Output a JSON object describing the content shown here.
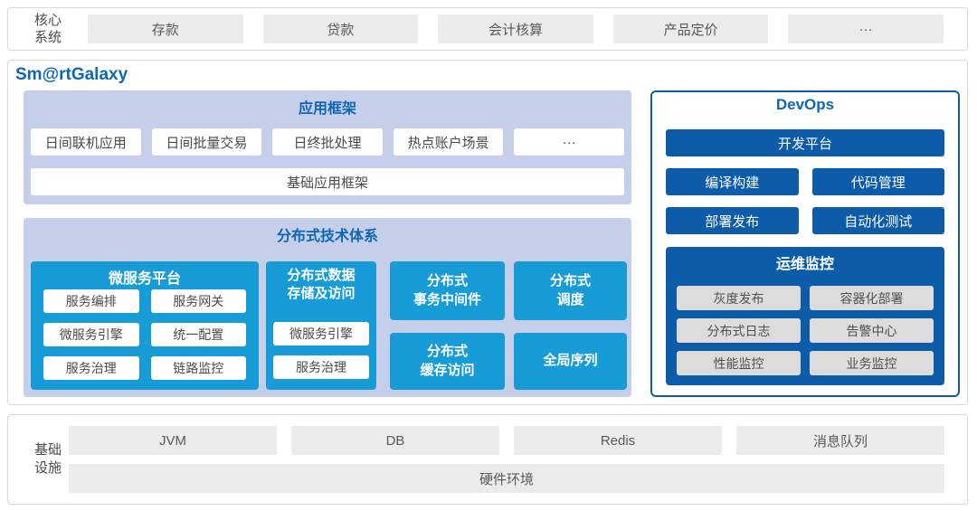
{
  "colors": {
    "brand_blue": "#0d67b5",
    "cyan": "#189cd7",
    "dark_blue": "#0c5ca9",
    "periwinkle": "#c5cfe9",
    "gray_box": "#ebebeb"
  },
  "core_systems": {
    "label_line1": "核心",
    "label_line2": "系统",
    "items": [
      "存款",
      "贷款",
      "会计核算",
      "产品定价",
      "···"
    ]
  },
  "platform": {
    "brand": "Sm@rtGalaxy",
    "app_framework": {
      "title": "应用框架",
      "apps": [
        "日间联机应用",
        "日间批量交易",
        "日终批处理",
        "热点账户场景",
        "···"
      ],
      "base": "基础应用框架"
    },
    "distributed": {
      "title": "分布式技术体系",
      "microservice": {
        "title": "微服务平台",
        "items": [
          "服务编排",
          "服务网关",
          "微服务引擎",
          "统一配置",
          "服务治理",
          "链路监控"
        ]
      },
      "data_storage": {
        "title_line1": "分布式数据",
        "title_line2": "存储及访问",
        "items": [
          "微服务引擎",
          "服务治理"
        ]
      },
      "cards": [
        {
          "line1": "分布式",
          "line2": "事务中间件"
        },
        {
          "line1": "分布式",
          "line2": "调度"
        },
        {
          "line1": "分布式",
          "line2": "缓存访问"
        },
        {
          "line1": "全局序列",
          "line2": ""
        }
      ]
    },
    "devops": {
      "title": "DevOps",
      "dev_platform": "开发平台",
      "tools": [
        "编译构建",
        "代码管理",
        "部署发布",
        "自动化测试"
      ],
      "ops_monitor": {
        "title": "运维监控",
        "items": [
          "灰度发布",
          "容器化部署",
          "分布式日志",
          "告警中心",
          "性能监控",
          "业务监控"
        ]
      }
    }
  },
  "infrastructure": {
    "label_line1": "基础",
    "label_line2": "设施",
    "items": [
      "JVM",
      "DB",
      "Redis",
      "消息队列"
    ],
    "base": "硬件环境"
  }
}
